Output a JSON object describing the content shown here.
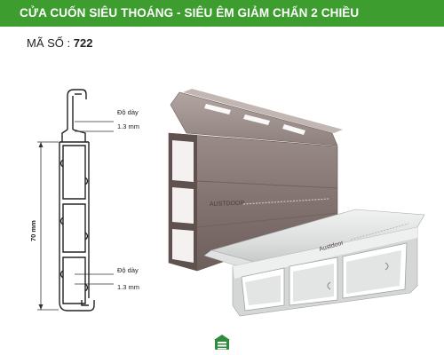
{
  "header": {
    "title": "CỬA CUỐN SIÊU THOÁNG - SIÊU ÊM GIẢM CHẤN 2 CHIỀU",
    "accent_color": "#3e9d2f"
  },
  "product": {
    "code_label": "MÃ SỐ :",
    "code_value": "722"
  },
  "drawing": {
    "thickness_top_label": "Độ dày",
    "thickness_top_value": "1.3 mm",
    "thickness_bottom_label": "Độ dày",
    "thickness_bottom_value": "1.3 mm",
    "height_label": "70 mm"
  },
  "render": {
    "brand_dark": "AUSTDOOR",
    "brand_light": "Austdoor"
  },
  "footer": {
    "logo_icon": "house-logo-icon"
  }
}
